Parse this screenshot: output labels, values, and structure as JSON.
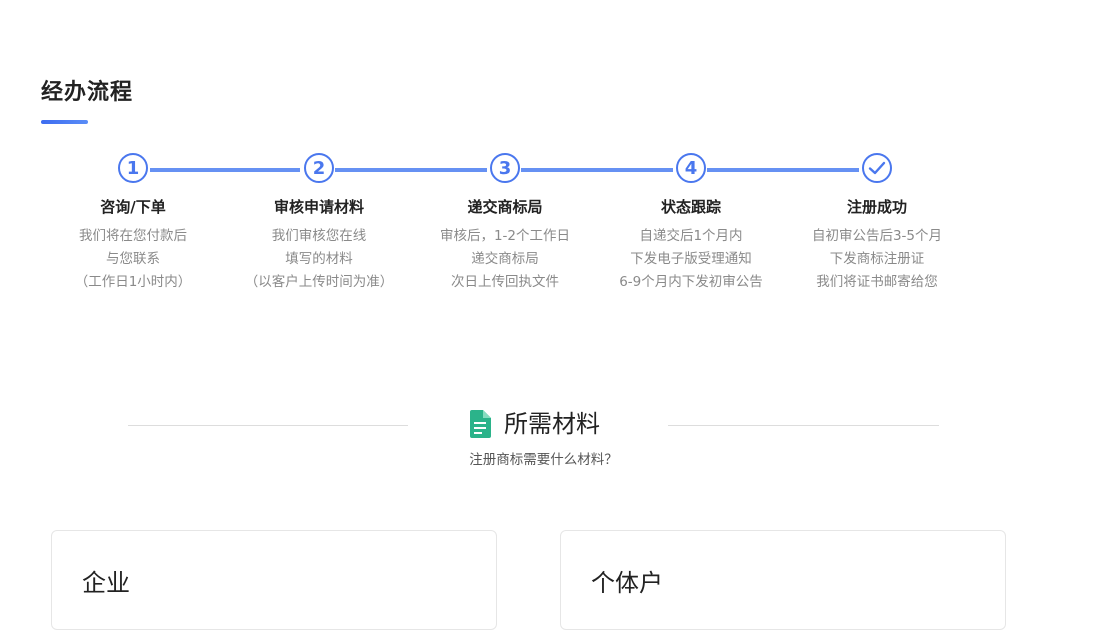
{
  "process": {
    "title": "经办流程",
    "steps": [
      {
        "number": "1",
        "title": "咨询/下单",
        "desc": [
          "我们将在您付款后",
          "与您联系",
          "（工作日1小时内）"
        ]
      },
      {
        "number": "2",
        "title": "审核申请材料",
        "desc": [
          "我们审核您在线",
          "填写的材料",
          "（以客户上传时间为准）"
        ]
      },
      {
        "number": "3",
        "title": "递交商标局",
        "desc": [
          "审核后，1-2个工作日",
          "递交商标局",
          "次日上传回执文件"
        ]
      },
      {
        "number": "4",
        "title": "状态跟踪",
        "desc": [
          "自递交后1个月内",
          "下发电子版受理通知",
          "6-9个月内下发初审公告"
        ]
      },
      {
        "number": "",
        "icon": "check-icon",
        "title": "注册成功",
        "desc": [
          "自初审公告后3-5个月",
          "下发商标注册证",
          "我们将证书邮寄给您"
        ]
      }
    ]
  },
  "materials": {
    "icon": "document-icon",
    "title": "所需材料",
    "subtitle": "注册商标需要什么材料？"
  },
  "cards": [
    {
      "title": "企业"
    },
    {
      "title": "个体户"
    }
  ],
  "colors": {
    "accent": "#4a77ee",
    "doc_icon": "#2bb38a"
  }
}
